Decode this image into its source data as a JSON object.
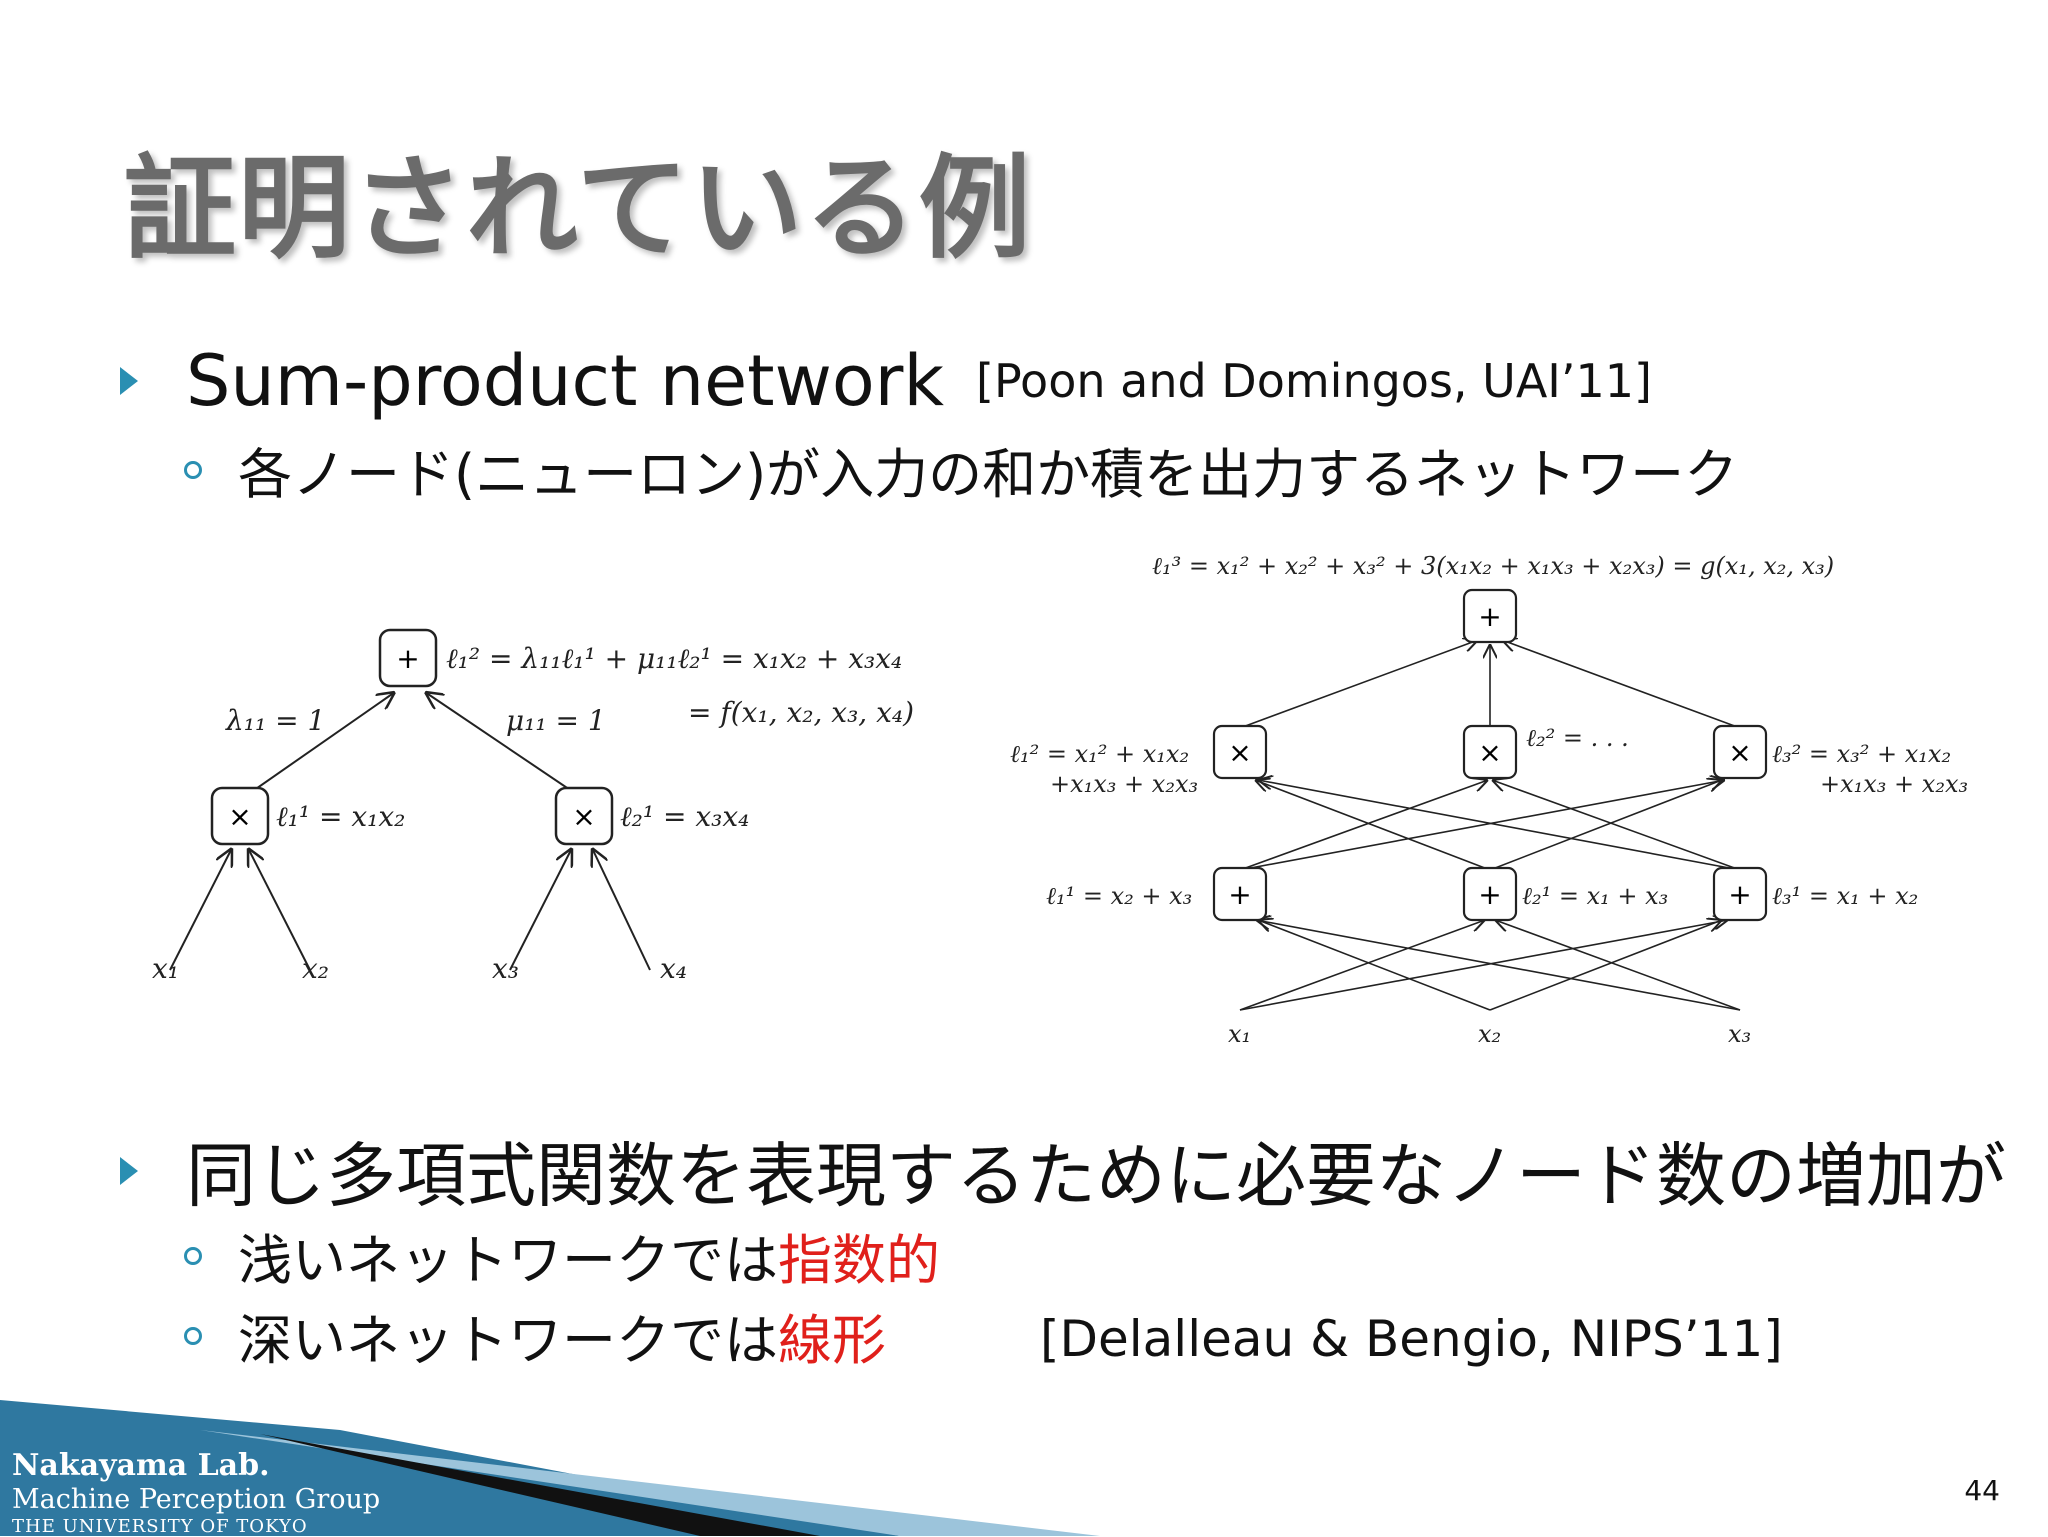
{
  "slide": {
    "title": "証明されている例",
    "bullet1_main": "Sum-product network",
    "bullet1_cite": "[Poon and Domingos, UAI’11]",
    "bullet1_sub": "各ノード(ニューロン)が入力の和か積を出力するネットワーク",
    "bullet2_main": "同じ多項式関数を表現するために必要なノード数の増加が",
    "sub1_prefix": "浅いネットワークでは",
    "sub1_emph": "指数的",
    "sub2_prefix": "深いネットワークでは",
    "sub2_emph": "線形",
    "citation2": "[Delalleau & Bengio, NIPS’11]",
    "page_number": "44",
    "accent_color": "#2a8fb2",
    "emph_color": "#e0201b"
  },
  "footer": {
    "lab_name": "Nakayama Lab.",
    "group": "Machine Perception Group",
    "university": "THE UNIVERSITY OF TOKYO"
  },
  "diagram_left": {
    "root_op": "+",
    "root_eq1": "ℓ₁² = λ₁₁ℓ₁¹ + μ₁₁ℓ₂¹ = x₁x₂ + x₃x₄",
    "root_eq2": "= f(x₁, x₂, x₃, x₄)",
    "weight_left": "λ₁₁ = 1",
    "weight_right": "μ₁₁ = 1",
    "prod_op": "×",
    "prod1_eq": "ℓ₁¹ = x₁x₂",
    "prod2_eq": "ℓ₂¹ = x₃x₄",
    "inputs": [
      "x₁",
      "x₂",
      "x₃",
      "x₄"
    ]
  },
  "diagram_right": {
    "top_eq": "ℓ₁³ = x₁² + x₂² + x₃² + 3(x₁x₂ + x₁x₃ + x₂x₃) = g(x₁, x₂, x₃)",
    "plus_op": "+",
    "times_op": "×",
    "mid_left_eq1": "ℓ₁² = x₁² + x₁x₂",
    "mid_left_eq2": "+x₁x₃ + x₂x₃",
    "mid_center_eq": "ℓ₂² = . . .",
    "mid_right_eq1": "ℓ₃² = x₃² + x₁x₂",
    "mid_right_eq2": "+x₁x₃ + x₂x₃",
    "low_left_eq": "ℓ₁¹ = x₂ + x₃",
    "low_center_eq": "ℓ₂¹ = x₁ + x₃",
    "low_right_eq": "ℓ₃¹ = x₁ + x₂",
    "inputs": [
      "x₁",
      "x₂",
      "x₃"
    ]
  }
}
